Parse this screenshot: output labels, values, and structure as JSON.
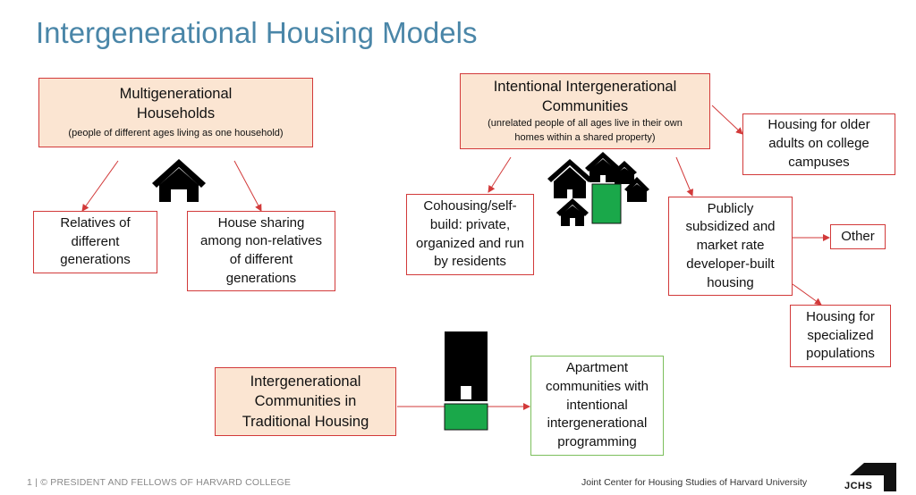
{
  "title": "Intergenerational Housing Models",
  "nodes": {
    "multigen": {
      "title": "Multigenerational\nHouseholds",
      "subtitle": "(people of different ages living as one household)"
    },
    "relatives": {
      "label": "Relatives of\ndifferent\ngenerations"
    },
    "house_sharing": {
      "label": "House sharing\namong non-relatives\nof different\ngenerations"
    },
    "intentional": {
      "title": "Intentional Intergenerational\nCommunities",
      "subtitle": "(unrelated people of all ages live in their own\nhomes within a shared property)"
    },
    "college": {
      "label": "Housing for older\nadults on college\ncampuses"
    },
    "cohousing": {
      "label": "Cohousing/self-\nbuild: private,\norganized and run\nby residents"
    },
    "publicly": {
      "label": "Publicly\nsubsidized and\nmarket rate\ndeveloper-built\nhousing"
    },
    "other": {
      "label": "Other"
    },
    "specialized": {
      "label": "Housing for\nspecialized\npopulations"
    },
    "traditional": {
      "label": "Intergenerational\nCommunities in\nTraditional Housing"
    },
    "apartment": {
      "label": "Apartment\ncommunities with\nintentional\nintergenerational\nprogramming"
    }
  },
  "footer": {
    "left": "1  |  © PRESIDENT AND FELLOWS OF HARVARD COLLEGE",
    "right": "Joint Center for Housing Studies of Harvard University",
    "logo_text": "JCHS"
  },
  "colors": {
    "title": "#4a86a8",
    "box_border": "#d23a3a",
    "box_fill_highlight": "#fbe5d2",
    "green_border": "#7cbf5c",
    "green_fill": "#1aa84a",
    "arrow": "#d23a3a"
  },
  "icons": [
    "house-icon",
    "houses-cluster-icon",
    "apartment-building-icon",
    "jchs-logo-icon"
  ]
}
